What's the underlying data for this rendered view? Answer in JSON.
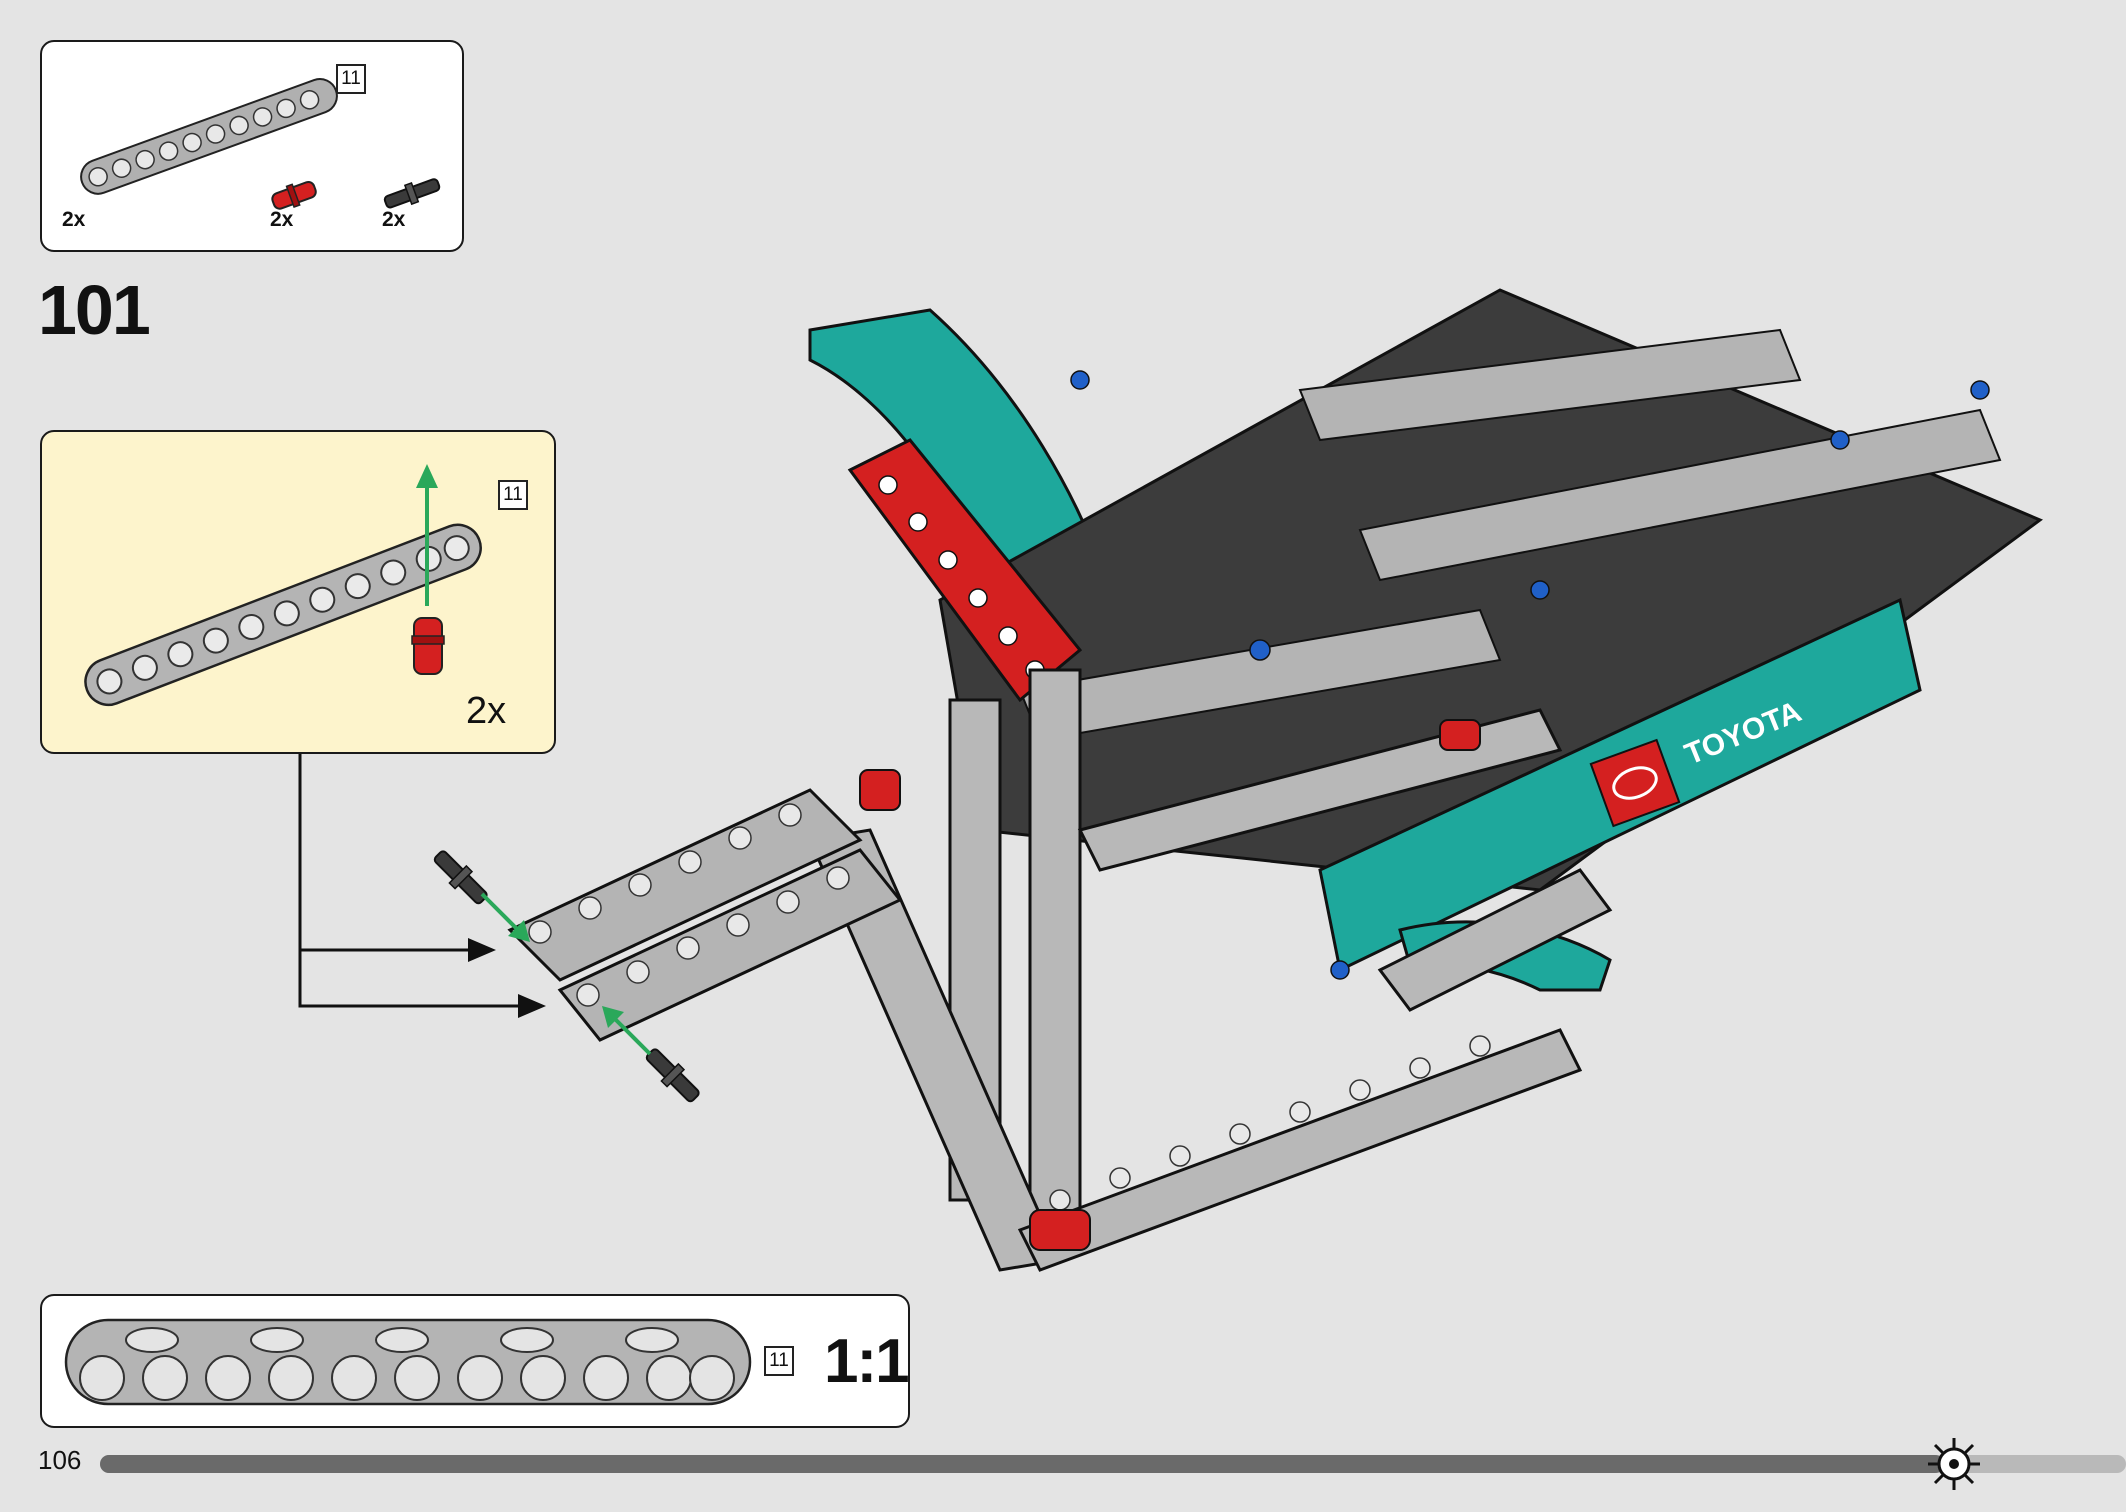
{
  "page": {
    "number": "106"
  },
  "step": {
    "number": "101"
  },
  "parts_list": {
    "items": [
      {
        "name": "beam-11",
        "length_label": "11",
        "quantity": "2x",
        "color": "#a8a8a8"
      },
      {
        "name": "red-pin",
        "quantity": "2x",
        "color": "#d42020"
      },
      {
        "name": "black-axle-pin",
        "quantity": "2x",
        "color": "#3a3a3a"
      }
    ]
  },
  "callout": {
    "length_label": "11",
    "multiplier": "2x",
    "background": "#fdf4cc"
  },
  "scale_reference": {
    "length_label": "11",
    "scale": "1:1"
  },
  "model": {
    "logo_text": "TOYOTA",
    "colors": {
      "teal": "#1ea89c",
      "red": "#d42020",
      "dark": "#3c3c3c",
      "light": "#b4b4b4",
      "blue": "#2060c8"
    }
  },
  "progress": {
    "fraction": 0.91
  },
  "icons": {
    "progress_marker": "gear-icon",
    "arrow": "green-arrow-icon"
  }
}
